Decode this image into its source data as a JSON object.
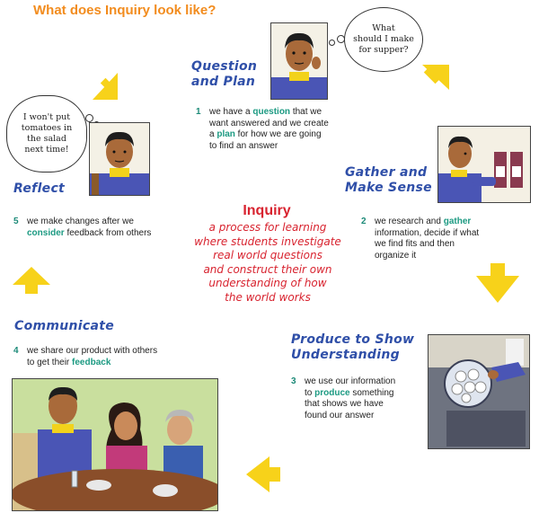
{
  "title": "What does Inquiry look like?",
  "center": {
    "title": "Inquiry",
    "description_lines": [
      "a process for learning",
      "where students investigate",
      "real world questions",
      "and construct their own",
      "understanding of how",
      "the world works"
    ]
  },
  "stages": {
    "question": {
      "title_lines": [
        "Question",
        "and Plan"
      ],
      "number": "1",
      "lines": [
        [
          {
            "t": "we have a "
          },
          {
            "t": "question",
            "kw": true
          },
          {
            "t": " that we"
          }
        ],
        [
          {
            "t": "want answered and we create"
          }
        ],
        [
          {
            "t": "a "
          },
          {
            "t": "plan",
            "kw": true
          },
          {
            "t": " for how we are going"
          }
        ],
        [
          {
            "t": "to find an answer"
          }
        ]
      ],
      "bubble_lines": [
        "What",
        "should I make",
        "for supper?"
      ]
    },
    "gather": {
      "title_lines": [
        "Gather and",
        "Make Sense"
      ],
      "number": "2",
      "lines": [
        [
          {
            "t": "we research and "
          },
          {
            "t": "gather",
            "kw": true
          }
        ],
        [
          {
            "t": "information, decide if what"
          }
        ],
        [
          {
            "t": "we find fits and then"
          }
        ],
        [
          {
            "t": "organize it"
          }
        ]
      ]
    },
    "produce": {
      "title_lines": [
        "Produce to Show",
        "Understanding"
      ],
      "number": "3",
      "lines": [
        [
          {
            "t": "we use our information"
          }
        ],
        [
          {
            "t": "to "
          },
          {
            "t": "produce",
            "kw": true
          },
          {
            "t": " something"
          }
        ],
        [
          {
            "t": "that shows we have"
          }
        ],
        [
          {
            "t": "found our answer"
          }
        ]
      ]
    },
    "communicate": {
      "title_lines": [
        "Communicate"
      ],
      "number": "4",
      "lines": [
        [
          {
            "t": "we share our product with others"
          }
        ],
        [
          {
            "t": "to get their "
          },
          {
            "t": "feedback",
            "kw": true
          }
        ]
      ]
    },
    "reflect": {
      "title_lines": [
        "Reflect"
      ],
      "number": "5",
      "lines": [
        [
          {
            "t": "we make changes after we"
          }
        ],
        [
          {
            "t": "consider",
            "kw": true
          },
          {
            "t": " feedback from others"
          }
        ]
      ],
      "bubble_lines": [
        "I won't put",
        "tomatoes in",
        "the salad",
        "next time!"
      ]
    }
  },
  "colors": {
    "title": "#f28c1e",
    "stage_title": "#2f4fa8",
    "keyword": "#1c9a82",
    "center": "#d8232f",
    "arrow": "#f7d21a",
    "sweater": "#4a55b5"
  }
}
